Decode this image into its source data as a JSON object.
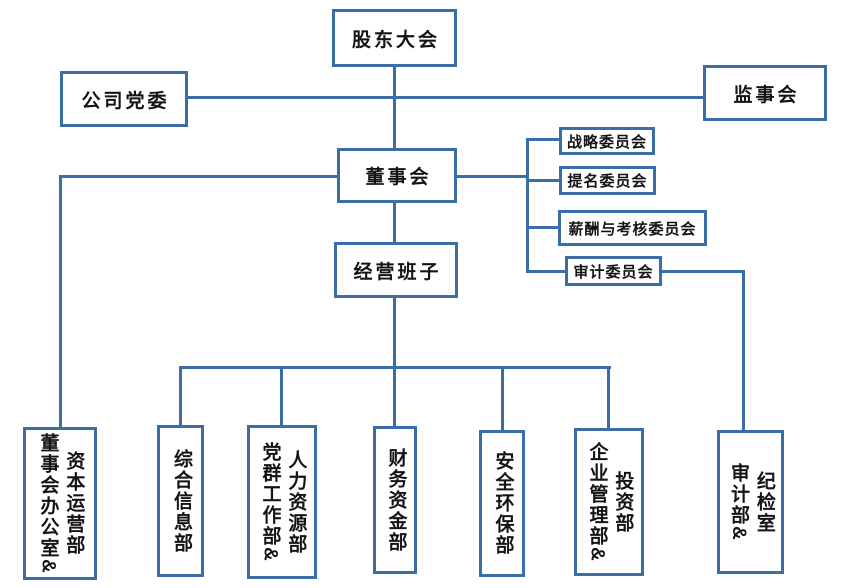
{
  "diagram": {
    "type": "org-chart",
    "accent_color": "#3a6ea5",
    "background_color": "#ffffff",
    "nodes": {
      "shareholders_meeting": {
        "label": "股东大会"
      },
      "company_party_committee": {
        "label": "公司党委"
      },
      "supervisory_board": {
        "label": "监事会"
      },
      "board_of_directors": {
        "label": "董事会"
      },
      "management_team": {
        "label": "经营班子"
      },
      "committees": [
        {
          "label": "战略委员会"
        },
        {
          "label": "提名委员会"
        },
        {
          "label": "薪酬与考核委员会"
        },
        {
          "label": "审计委员会"
        }
      ],
      "departments": [
        {
          "label": "董事会办公室&资本运营部",
          "columns": [
            "董事会办公室&",
            "资本运营部"
          ]
        },
        {
          "label": "综合信息部",
          "columns": [
            "综合信息部"
          ]
        },
        {
          "label": "党群工作部&人力资源部",
          "columns": [
            "党群工作部&",
            "人力资源部"
          ]
        },
        {
          "label": "财务资金部",
          "columns": [
            "财务资金部"
          ]
        },
        {
          "label": "安全环保部",
          "columns": [
            "安全环保部"
          ]
        },
        {
          "label": "企业管理部&投资部",
          "columns": [
            "企业管理部&",
            "投资部"
          ]
        },
        {
          "label": "审计部&纪检室",
          "columns": [
            "审计部&",
            "纪检室"
          ]
        }
      ]
    },
    "edges": [
      "股东大会-董事会",
      "公司党委-监事会",
      "董事会-战略委员会",
      "董事会-提名委员会",
      "董事会-薪酬与考核委员会",
      "董事会-审计委员会",
      "董事会-经营班子",
      "董事会-董事会办公室&资本运营部",
      "审计委员会-审计部&纪检室",
      "经营班子-综合信息部",
      "经营班子-党群工作部&人力资源部",
      "经营班子-财务资金部",
      "经营班子-安全环保部",
      "经营班子-企业管理部&投资部"
    ]
  }
}
